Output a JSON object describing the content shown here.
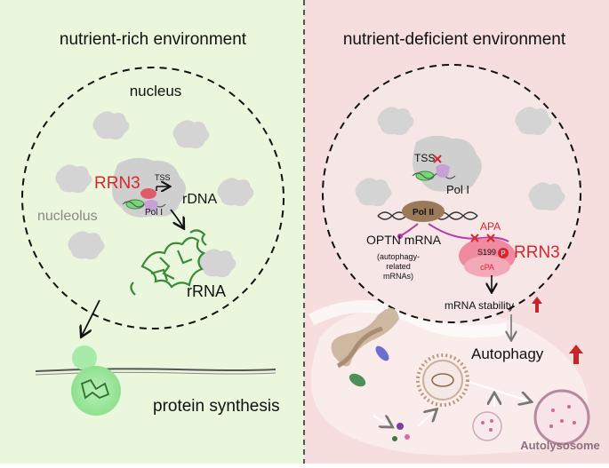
{
  "panels": {
    "left": {
      "title": "nutrient-rich environment",
      "nucleus_label": "nucleus",
      "nucleolus_label": "nucleolus",
      "rrn3_label": "RRN3",
      "tss_label": "TSS",
      "pol_label": "Pol I",
      "rdna_label": "rDNA",
      "rrna_label": "rRNA",
      "protein_synthesis_label": "protein synthesis"
    },
    "right": {
      "title": "nutrient-deficient environment",
      "tss_label": "TSS",
      "pol1_label": "Pol I",
      "pol2_label": "Pol II",
      "optn_label": "OPTN mRNA",
      "autophagy_related_label_1": "(autophagy-",
      "autophagy_related_label_2": "related",
      "autophagy_related_label_3": "mRNAs)",
      "apa_label": "APA",
      "s199_label": "S199",
      "p_label": "P",
      "cpa_label": "cPA",
      "rrn3_label": "RRN3",
      "mrna_stability_label": "mRNA stability",
      "autophagy_label": "Autophagy",
      "autolysosome_label": "Autolysosome"
    }
  },
  "colors": {
    "left_bg": "#eaf7dc",
    "right_bg": "#f6dede",
    "rrn3_red": "#d8262e",
    "up_arrow_red": "#c8242b",
    "rrna_green": "#3a8a3a",
    "nucleolus_gray": "#d4d4d4"
  }
}
